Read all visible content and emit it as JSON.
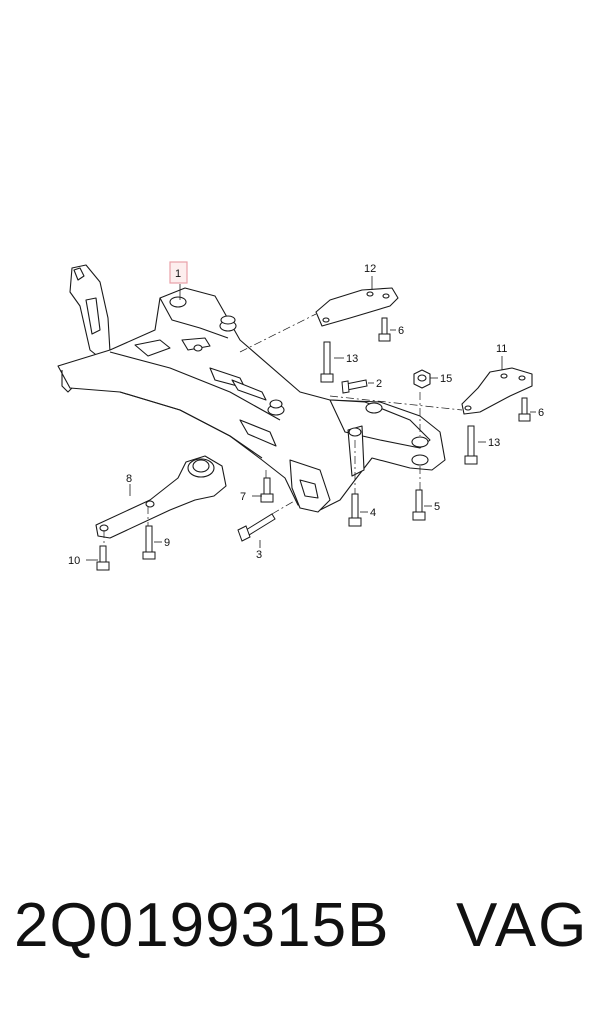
{
  "diagram": {
    "callouts": [
      {
        "id": "1",
        "label": "1"
      },
      {
        "id": "2",
        "label": "2"
      },
      {
        "id": "3",
        "label": "3"
      },
      {
        "id": "4",
        "label": "4"
      },
      {
        "id": "5",
        "label": "5"
      },
      {
        "id": "6a",
        "label": "6"
      },
      {
        "id": "6b",
        "label": "6"
      },
      {
        "id": "7",
        "label": "7"
      },
      {
        "id": "8",
        "label": "8"
      },
      {
        "id": "9",
        "label": "9"
      },
      {
        "id": "10",
        "label": "10"
      },
      {
        "id": "11",
        "label": "11"
      },
      {
        "id": "12",
        "label": "12"
      },
      {
        "id": "13a",
        "label": "13"
      },
      {
        "id": "13b",
        "label": "13"
      },
      {
        "id": "15",
        "label": "15"
      }
    ],
    "highlight_color": "#e8a0a8"
  },
  "footer": {
    "part_number": "2Q0199315B",
    "brand": "VAG"
  }
}
